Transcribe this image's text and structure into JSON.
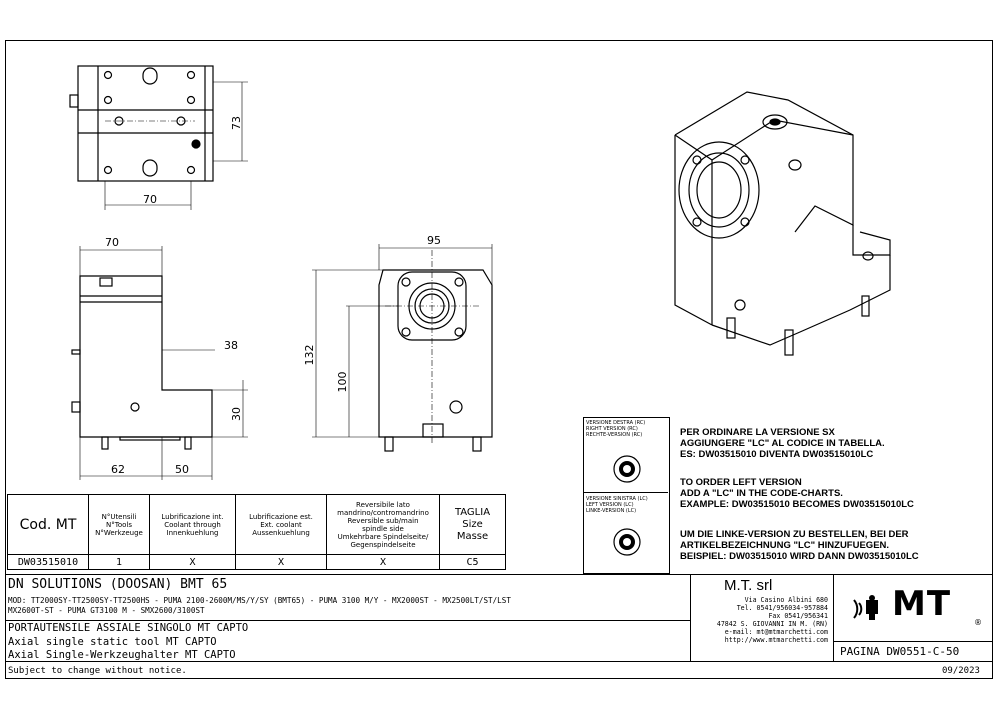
{
  "dimensions": {
    "top_height": "73",
    "top_width": "70",
    "side_top_width": "70",
    "side_step": "38",
    "side_low_height": "30",
    "side_bottom_left": "62",
    "side_bottom_right": "50",
    "front_width": "95",
    "front_height": "132",
    "front_axis_height": "100"
  },
  "spec_table": {
    "headers": {
      "code": "Cod. MT",
      "tools": [
        "N°Utensili",
        "N°Tools",
        "N°Werkzeuge"
      ],
      "int_lub": [
        "Lubrificazione int.",
        "Coolant through",
        "Innenkuehlung"
      ],
      "ext_lub": [
        "Lubrificazione est.",
        "Ext. coolant",
        "Aussenkuehlung"
      ],
      "reversible": [
        "Reversibile lato",
        "mandrino/contromandrino",
        "Reversible sub/main",
        "spindle side",
        "Umkehrbare Spindelseite/",
        "Gegenspindelseite"
      ],
      "size": [
        "TAGLIA",
        "Size",
        "Masse"
      ]
    },
    "row": {
      "code": "DW03515010",
      "tools": "1",
      "int_lub": "X",
      "ext_lub": "X",
      "reversible": "X",
      "size": "C5"
    }
  },
  "version_panel": {
    "right_version": [
      "VERSIONE DESTRA (RC)",
      "RIGHT VERSION (RC)",
      "RECHTE-VERSION (RC)"
    ],
    "left_version": [
      "VERSIONE SINISTRA (LC)",
      "LEFT VERSION (LC)",
      "LINKE-VERSION (LC)"
    ]
  },
  "notes": {
    "it": [
      "PER ORDINARE LA VERSIONE SX",
      "AGGIUNGERE \"LC\" AL CODICE IN TABELLA.",
      "ES: DW03515010 DIVENTA DW03515010LC"
    ],
    "en": [
      "TO ORDER LEFT VERSION",
      "ADD A \"LC\" IN THE CODE-CHARTS.",
      "EXAMPLE: DW03515010 BECOMES DW03515010LC"
    ],
    "de": [
      "UM DIE LINKE-VERSION ZU BESTELLEN, BEI DER",
      "ARTIKELBEZEICHNUNG \"LC\" HINZUFUEGEN.",
      "BEISPIEL: DW03515010 WIRD DANN DW03515010LC"
    ]
  },
  "title_block": {
    "machine": "DN SOLUTIONS (DOOSAN)   BMT 65",
    "models": [
      "MOD: TT2000SY-TT2500SY-TT2500HS - PUMA 2100-2600M/MS/Y/SY (BMT65) - PUMA 3100 M/Y - MX2000ST - MX2500LT/ST/LST",
      "MX2600T-ST - PUMA GT3100 M - SMX2600/3100ST"
    ],
    "desc_it": "PORTAUTENSILE ASSIALE SINGOLO MT CAPTO",
    "desc_en": "Axial single static tool MT CAPTO",
    "desc_de": "Axial Single-Werkzeughalter MT CAPTO",
    "company": "M.T. srl",
    "address": [
      "Via Casino Albini 680",
      "Tel. 0541/956034-957884",
      "Fax 0541/956341",
      "47842 S. GIOVANNI IN M. (RN)",
      "e-mail: mt@mtmarchetti.com",
      "http://www.mtmarchetti.com"
    ],
    "logo_text": "MT",
    "registered": "®",
    "page_label": "PAGINA",
    "page_code": "DW0551-C-50"
  },
  "footer": {
    "disclaimer": "Subject to change without notice.",
    "date": "09/2023"
  }
}
